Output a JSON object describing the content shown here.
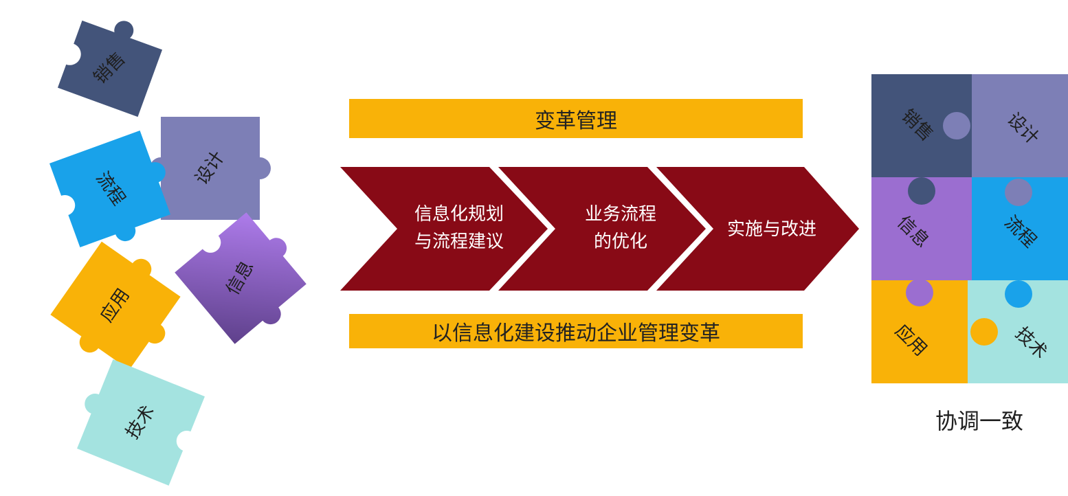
{
  "scattered_pieces": {
    "sales": "销售",
    "design": "设计",
    "process": "流程",
    "info": "信息",
    "application": "应用",
    "tech": "技术"
  },
  "top_band": "变革管理",
  "bottom_band": "以信息化建设推动企业管理变革",
  "stages": [
    {
      "line1": "信息化规划",
      "line2": "与流程建议"
    },
    {
      "line1": "业务流程",
      "line2": "的优化"
    },
    {
      "line1": "实施与改进",
      "line2": ""
    }
  ],
  "assembled_puzzle": {
    "sales": "销售",
    "design": "设计",
    "info": "信息",
    "process": "流程",
    "application": "应用",
    "tech": "技术"
  },
  "caption": "协调一致",
  "colors": {
    "sales": "#43547a",
    "design": "#7d7fb6",
    "process": "#19a2ea",
    "info": "#9b6ed0",
    "application": "#f9b208",
    "tech": "#a4e3e0",
    "arrow": "#880a16",
    "band": "#f9b208"
  }
}
